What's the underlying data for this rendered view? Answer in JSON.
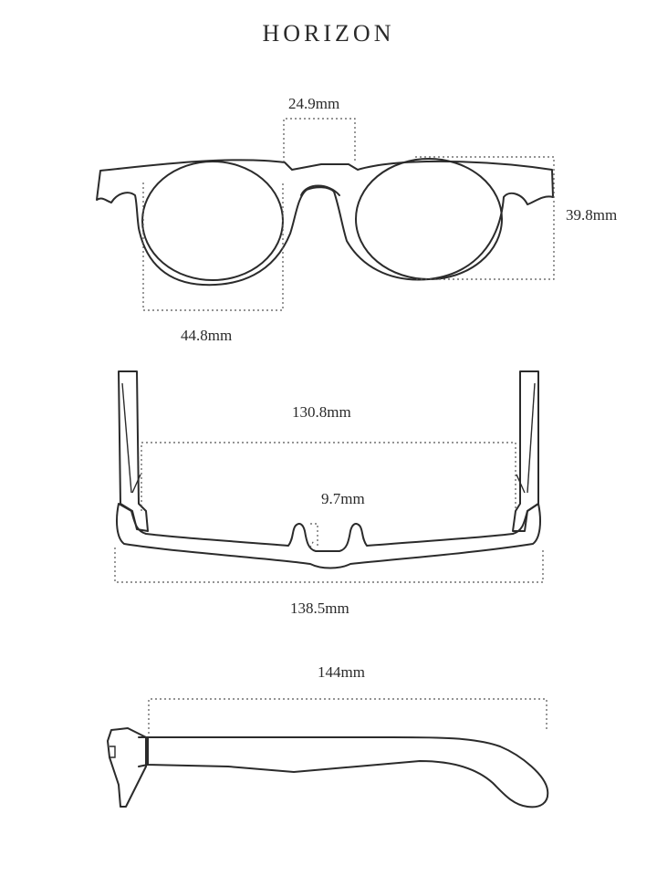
{
  "title": "HORIZON",
  "front_view": {
    "bridge_width": "24.9mm",
    "lens_height": "39.8mm",
    "lens_width": "44.8mm"
  },
  "top_view": {
    "inner_width": "130.8mm",
    "nose_pad": "9.7mm",
    "total_width": "138.5mm"
  },
  "side_view": {
    "temple_length": "144mm"
  }
}
